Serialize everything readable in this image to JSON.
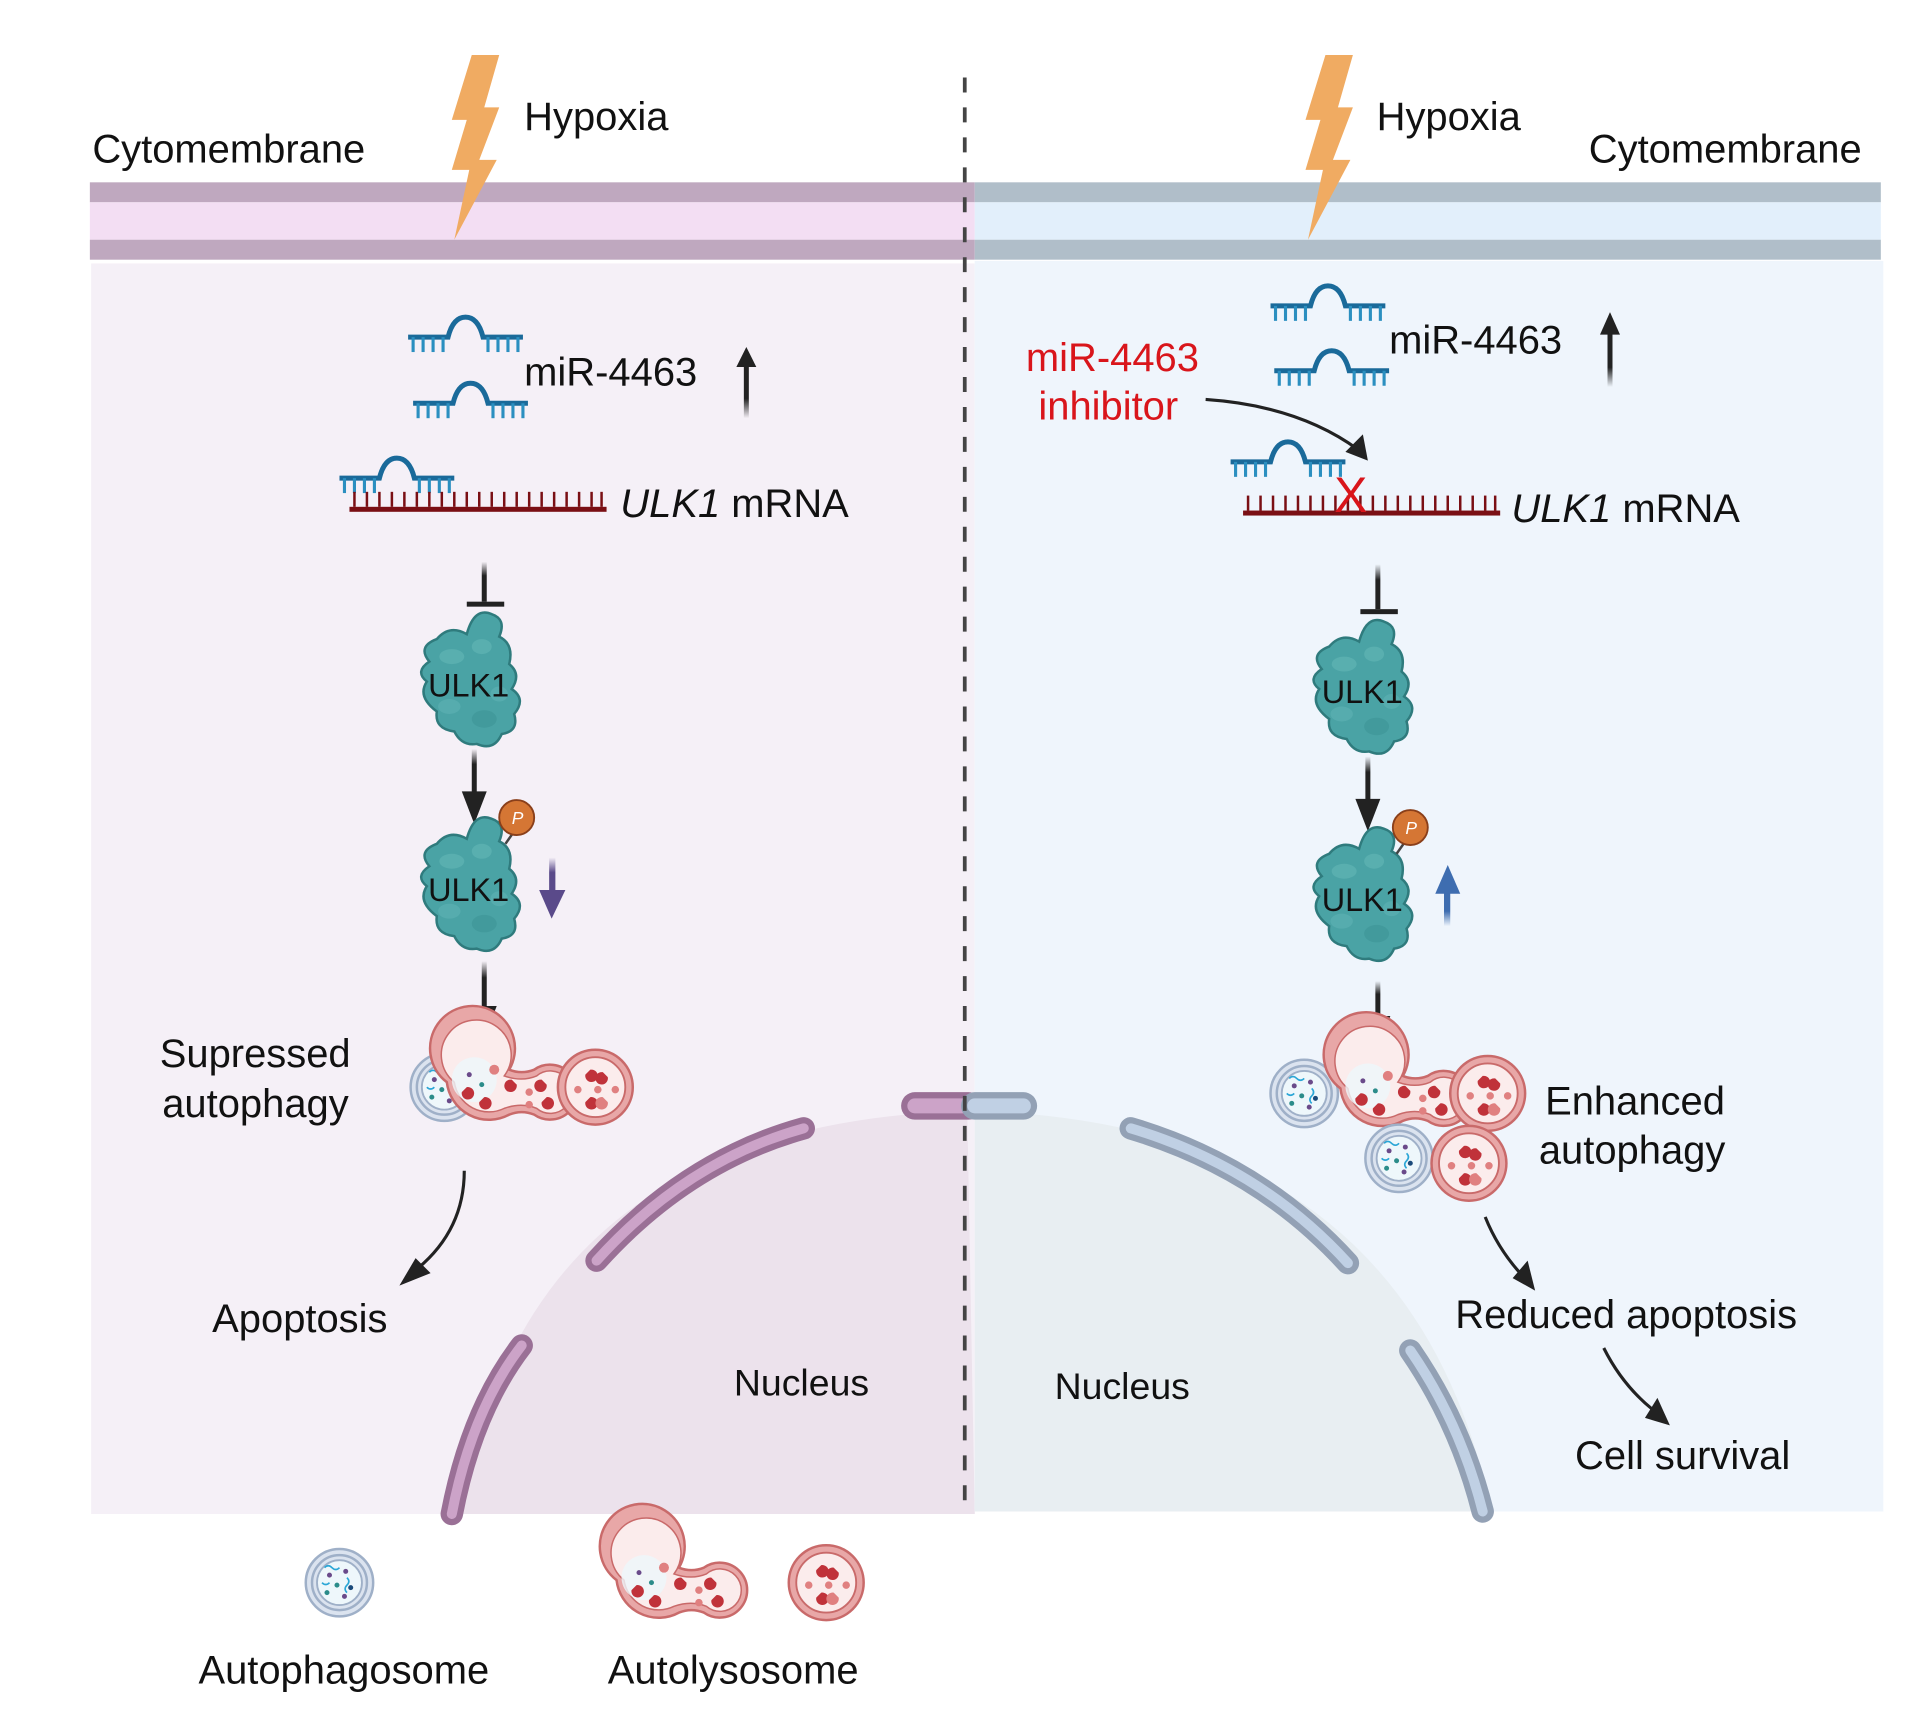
{
  "left_panel": {
    "membrane_label": "Cytomembrane",
    "stimulus_label": "Hypoxia",
    "mirna_label": "miR-4463",
    "mrna_gene": "ULK1",
    "mrna_suffix": " mRNA",
    "protein_label": "ULK1",
    "phospho_protein_label": "ULK1",
    "phospho_symbol": "P",
    "autophagy_label_line1": "Supressed",
    "autophagy_label_line2": "autophagy",
    "outcome_label": "Apoptosis",
    "nucleus_label": "Nucleus",
    "mirna_trend": "up",
    "phospho_trend": "down"
  },
  "right_panel": {
    "membrane_label": "Cytomembrane",
    "stimulus_label": "Hypoxia",
    "mirna_label": "miR-4463",
    "inhibitor_line1": "miR-4463",
    "inhibitor_line2": "inhibitor",
    "block_mark": "X",
    "mrna_gene": "ULK1",
    "mrna_suffix": " mRNA",
    "protein_label": "ULK1",
    "phospho_protein_label": "ULK1",
    "phospho_symbol": "P",
    "autophagy_label_line1": "Enhanced",
    "autophagy_label_line2": "autophagy",
    "outcome_label": "Reduced apoptosis",
    "final_outcome_label": "Cell survival",
    "nucleus_label": "Nucleus",
    "mirna_trend": "up",
    "phospho_trend": "up"
  },
  "legend": {
    "items": [
      {
        "label": "Autophagosome",
        "icon": "autophagosome-icon"
      },
      {
        "label": "Autolysosome",
        "icon": "autolysosome-icon"
      }
    ]
  },
  "colors": {
    "left_membrane": "#bfa8bf",
    "left_membrane_inner": "#f3def3",
    "left_bg": "#f5f0f7",
    "right_membrane": "#b0bec9",
    "right_membrane_inner": "#e2effb",
    "right_bg": "#eff5fc",
    "bolt": "#f0ab62",
    "mirna": "#1a6a9a",
    "mrna": "#7a0f14",
    "protein": "#4aa3a5",
    "phospho": "#d57634",
    "down_arrow": "#5a4a8a",
    "up_arrow": "#3e6db0",
    "inhibitor_text": "#d9151b"
  }
}
